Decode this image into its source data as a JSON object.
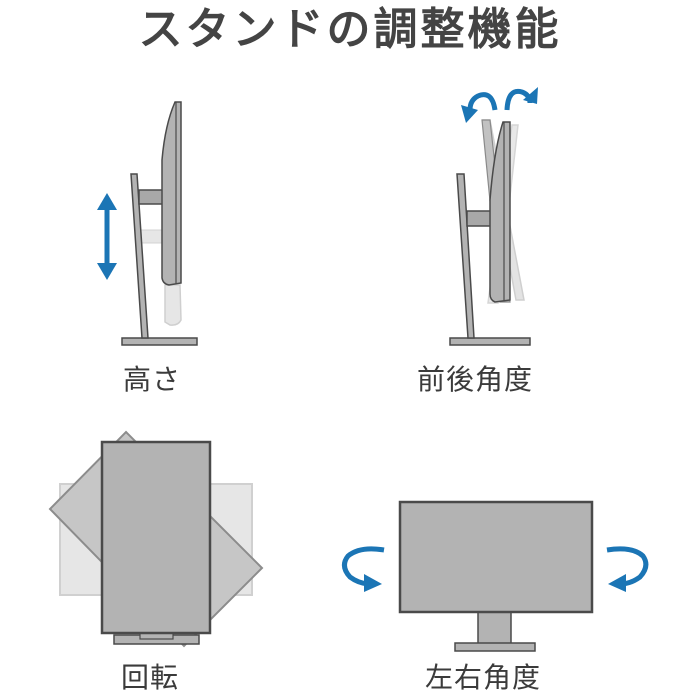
{
  "title": "スタンドの調整機能",
  "features": [
    {
      "id": "height",
      "label": "高さ",
      "icon": "height-adjust-arrow-icon"
    },
    {
      "id": "tilt",
      "label": "前後角度",
      "icon": "tilt-arrows-icon"
    },
    {
      "id": "pivot",
      "label": "回転",
      "icon": "pivot-rotation-icon"
    },
    {
      "id": "swivel",
      "label": "左右角度",
      "icon": "swivel-arrows-icon"
    }
  ],
  "colors": {
    "accent_arrow": "#1b75b5",
    "monitor_fill": "#b3b3b3",
    "monitor_outline": "#4a4a4a",
    "ghost_fill": "#e3e3e3",
    "text": "#3d3d3d"
  }
}
